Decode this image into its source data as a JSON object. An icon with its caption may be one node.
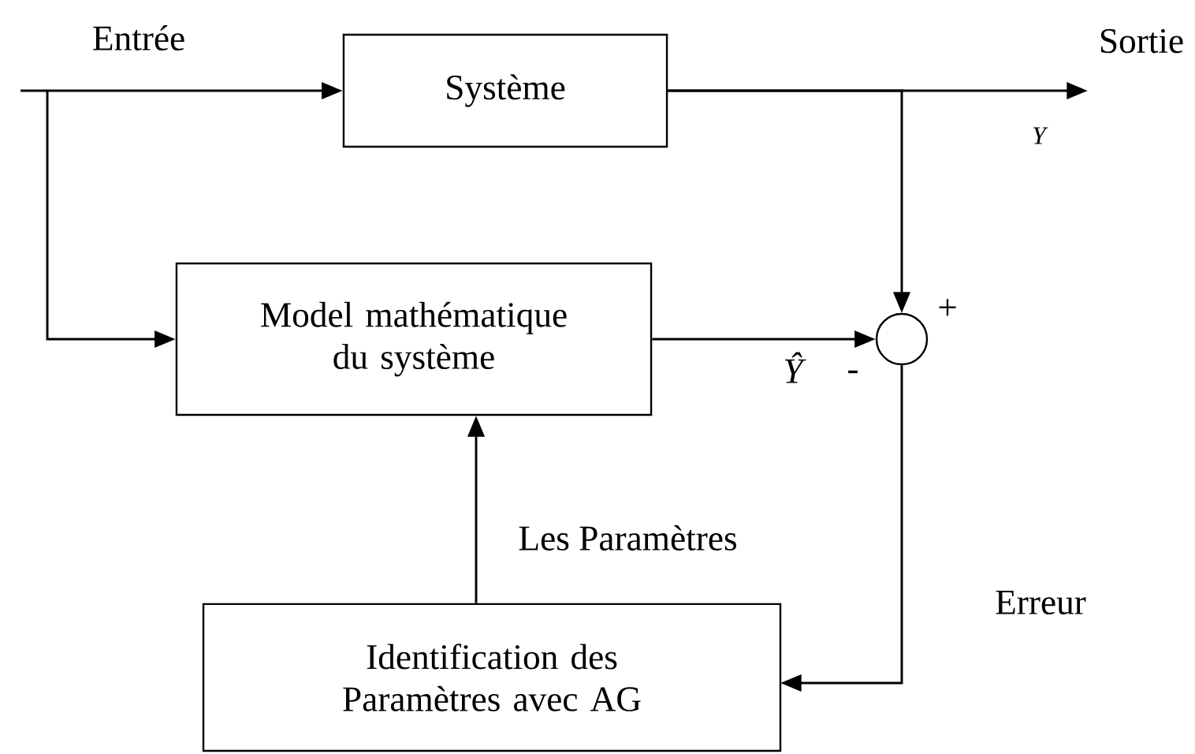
{
  "diagram": {
    "nodes": [
      {
        "text": [
          "Système"
        ]
      },
      {
        "text": [
          "Model mathématique du système"
        ]
      },
      {
        "text": [
          "Identification des Paramètres avec AG"
        ]
      },
      {
        "text": [],
        "shape": "circle"
      }
    ],
    "edges": [
      {
        "from": null,
        "to": 0,
        "arrow": "to"
      },
      {
        "from": null,
        "to": 1,
        "arrow": "to"
      },
      {
        "from": 0,
        "to": null,
        "arrow": "to",
        "label": "Y"
      },
      {
        "from": 0,
        "to": 3,
        "arrow": "to"
      },
      {
        "from": 1,
        "to": 3,
        "arrow": "to",
        "label": "Ŷ"
      },
      {
        "from": 3,
        "to": 2,
        "arrow": "to",
        "label": "Erreur"
      },
      {
        "from": 2,
        "to": 1,
        "arrow": "to",
        "label": "Les Paramètres"
      }
    ],
    "labels": [
      "Entrée",
      "Sortie",
      "+",
      "-"
    ]
  }
}
